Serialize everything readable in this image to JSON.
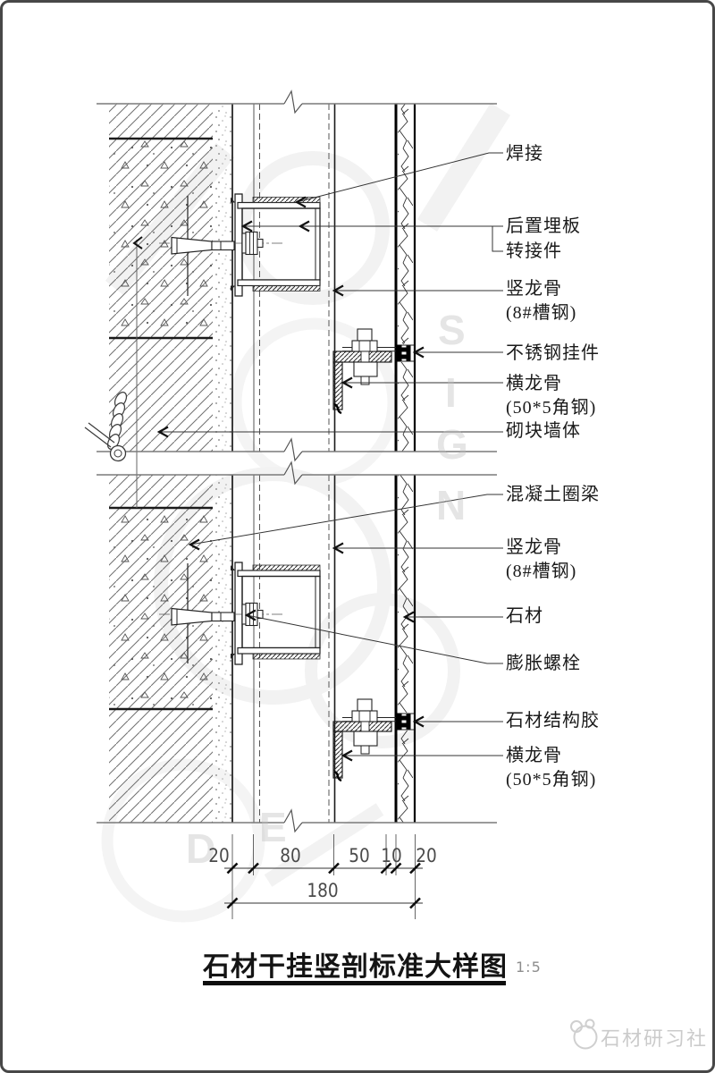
{
  "page": {
    "title": "石材干挂竖剖标准大样图",
    "scale": "1:5",
    "brand": "石材研习社"
  },
  "callouts": {
    "top": {
      "weld": "焊接",
      "embed_plate": "后置埋板",
      "adapter": "转接件",
      "vertical_keel": "竖龙骨",
      "vertical_keel_spec": "(8#槽钢)",
      "stainless_hanger": "不锈钢挂件",
      "horizontal_keel": "横龙骨",
      "horizontal_keel_spec": "(50*5角钢)",
      "block_wall": "砌块墙体"
    },
    "bottom": {
      "concrete_ring_beam": "混凝土圈梁",
      "vertical_keel": "竖龙骨",
      "vertical_keel_spec": "(8#槽钢)",
      "stone": "石材",
      "expansion_bolt": "膨胀螺栓",
      "stone_structural_adhesive": "石材结构胶",
      "horizontal_keel": "横龙骨",
      "horizontal_keel_spec": "(50*5角钢)"
    }
  },
  "dimensions": {
    "segments": {
      "s1": "20",
      "s2": "80",
      "s3": "50",
      "s4": "10",
      "s5": "20"
    },
    "total": "180"
  },
  "watermark_letters": {
    "d": "D",
    "e": "E",
    "s": "S",
    "i": "I",
    "g": "G",
    "n": "N"
  }
}
